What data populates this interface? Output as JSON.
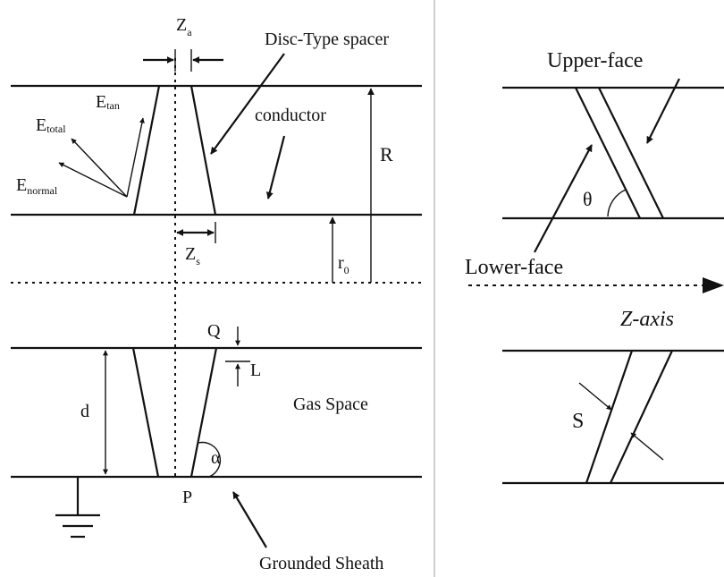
{
  "left_panel": {
    "labels": {
      "disc_type_spacer": "Disc-Type spacer",
      "conductor": "conductor",
      "radius": "R",
      "inner_radius": "r",
      "inner_radius_sub": "0",
      "z_a": "Z",
      "z_a_sub": "a",
      "z_b": "Z",
      "z_b_sub": "s",
      "e_tan": "E",
      "e_tan_sub": "tan",
      "e_total": "E",
      "e_total_sub": "total",
      "e_normal": "E",
      "e_normal_sub": "normal",
      "point_q": "Q",
      "point_p": "P",
      "length_l": "L",
      "distance_d": "d",
      "angle_alpha": "α",
      "gas_space": "Gas Space",
      "grounded_sheath": "Grounded Sheath"
    }
  },
  "right_panel": {
    "labels": {
      "upper_face": "Upper-face",
      "lower_face": "Lower-face",
      "theta": "θ",
      "z_axis": "Z-axis",
      "s": "S"
    }
  }
}
